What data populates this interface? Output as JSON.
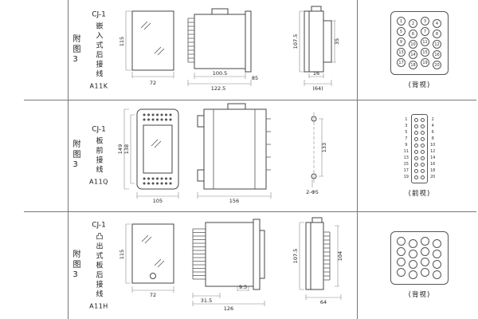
{
  "page": {
    "background": "#ffffff",
    "line_color": "#777777",
    "text_color": "#1a1a1a"
  },
  "rows": [
    {
      "fig_label": "附图3",
      "model": "CJ-1",
      "type_name": "嵌入式后接线",
      "code": "A11K",
      "view_label": "(背视)",
      "dims": {
        "front_h": "115",
        "front_w": "72",
        "side_w1": "100.5",
        "side_w2": "122.5",
        "side_d": "85",
        "profile_h": "107.5",
        "profile_d": "35",
        "profile_w1": "16",
        "profile_w2": "(64)"
      },
      "pins": [
        "1",
        "2",
        "3",
        "4",
        "5",
        "6",
        "7",
        "8",
        "9",
        "10",
        "11",
        "12",
        "13",
        "14",
        "15",
        "16",
        "17",
        "18",
        "19",
        "20"
      ]
    },
    {
      "fig_label": "附图3",
      "model": "CJ-1",
      "type_name": "板前接线",
      "code": "A11Q",
      "view_label": "(前视)",
      "dims": {
        "front_h1": "149",
        "front_h2": "138",
        "front_w": "105",
        "side_w": "156",
        "hole_spacing": "133",
        "hole_note": "2-Φ5"
      },
      "pin_rows": [
        {
          "l": "1",
          "r": "2"
        },
        {
          "l": "3",
          "r": "4"
        },
        {
          "l": "5",
          "r": "6"
        },
        {
          "l": "7",
          "r": "8"
        },
        {
          "l": "9",
          "r": "10"
        },
        {
          "l": "11",
          "r": "12"
        },
        {
          "l": "13",
          "r": "14"
        },
        {
          "l": "15",
          "r": "16"
        },
        {
          "l": "17",
          "r": "18"
        },
        {
          "l": "19",
          "r": "20"
        }
      ]
    },
    {
      "fig_label": "附图3",
      "model": "CJ-1",
      "type_name": "凸出式板后接线",
      "code": "A11H",
      "view_label": "(背视)",
      "dims": {
        "front_h": "115",
        "front_w": "72",
        "pin_len": "9.5",
        "side_w1": "31.5",
        "side_w2": "126",
        "profile_h1": "107.5",
        "profile_h2": "104",
        "profile_w": "64"
      }
    }
  ]
}
